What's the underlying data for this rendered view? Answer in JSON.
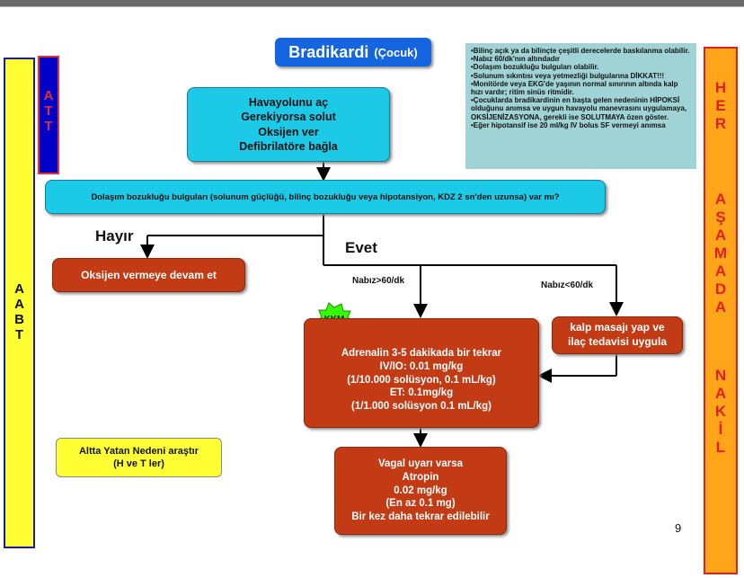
{
  "title": {
    "main": "Bradikardi",
    "sub": "(Çocuk)"
  },
  "sidebars": {
    "abt": [
      "A",
      "A",
      "B",
      "T"
    ],
    "att": [
      "A",
      "T",
      "T"
    ],
    "her_asamada_nakil": [
      "H",
      "E",
      "R",
      "A",
      "Ş",
      "A",
      "M",
      "A",
      "D",
      "A",
      "N",
      "A",
      "K",
      "İ",
      "L"
    ]
  },
  "info_notes": [
    "•Bilinç açık ya da bilinçte çeşitli derecelerde baskılanma olabilir.",
    "•Nabız 60/dk'nın altındadır",
    "•Dolaşım bozukluğu bulguları olabilir.",
    "•Solunum sıkıntısı veya yetmezliği bulgularına DİKKAT!!!",
    "•Monitörde veya EKG'de yaşının normal sınırının altında kalp hızı vardır; ritim sinüs ritmidir.",
    "•Çocuklarda bradikardinin en başta gelen nedeninin HİPOKSİ olduğunu anımsa ve uygun havayolu manevrasını uygulamaya, OKSİJENİZASYONA, gerekli ise SOLUTMAYA özen göster.",
    "•Eğer hipotansif ise 20 ml/kg IV bolus SF vermeyi anımsa"
  ],
  "airway_box": "Havayolunu aç\nGerekiyorsa solut\nOksijen ver\nDefibrilatöre bağla",
  "question_box": "Dolaşım bozukluğu  bulguları (solunum güçlüğü, bilinç bozukluğu veya hipotansiyon, KDZ 2 sn'den uzunsa) var mı?",
  "labels": {
    "no": "Hayır",
    "yes": "Evet",
    "pulse_gt60": "Nabız>60/dk",
    "pulse_lt60": "Nabız<60/dk",
    "kkm": "KKM"
  },
  "oxygen_box": "Oksijen vermeye devam et",
  "cpr_box": "kalp masajı yap ve\nilaç tedavisi uygula",
  "adrenaline_box": "Adrenalin  3-5 dakikada bir tekrar\nIV/IO: 0.01 mg/kg\n(1/10.000 solüsyon, 0.1 mL/kg)\nET: 0.1mg/kg\n(1/1.000 solüsyon 0.1 mL/kg)",
  "atropine_box": "Vagal uyarı varsa\nAtropin\n0.02 mg/kg\n(En az 0.1 mg)\nBir kez daha tekrar edilebilir",
  "cause_box": "Altta Yatan Nedeni araştır\n(H ve T ler)",
  "page_number": "9",
  "colors": {
    "title_blue": "#1565e0",
    "cyan_box": "#1cc9e6",
    "red_box": "#c23b15",
    "yellow": "#ffff33",
    "orange_bar": "#ffa51a",
    "att_blue": "#0000c8",
    "att_letters": "#e03030",
    "info_bg": "#9fd3d6",
    "kkm_green": "#33ff00"
  }
}
